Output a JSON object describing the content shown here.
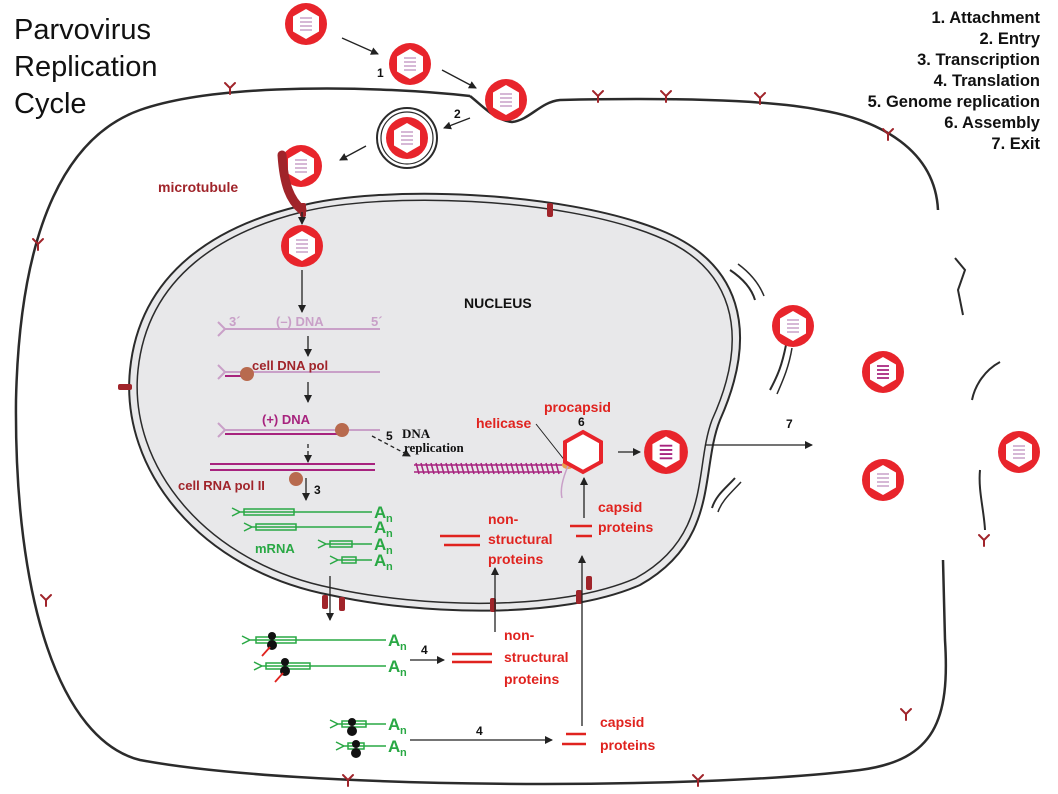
{
  "title": {
    "line1": "Parvovirus",
    "line2": "Replication",
    "line3": "Cycle"
  },
  "steps": [
    "1. Attachment",
    "2. Entry",
    "3. Transcription",
    "4. Translation",
    "5. Genome replication",
    "6. Assembly",
    "7. Exit"
  ],
  "labels": {
    "microtubule": "microtubule",
    "nucleus": "NUCLEUS",
    "minus_dna": "(–) DNA",
    "three_prime": "3´",
    "five_prime": "5´",
    "cell_dna_pol": "cell DNA pol",
    "plus_dna": "(+) DNA",
    "dna": "DNA",
    "replication": "replication",
    "cell_rna_pol": "cell RNA pol II",
    "mrna": "mRNA",
    "helicase": "helicase",
    "procapsid": "procapsid",
    "nonstructural_nuc_1": "non-",
    "nonstructural_nuc_2": "structural",
    "nonstructural_nuc_3": "proteins",
    "capsid_nuc_1": "capsid",
    "capsid_nuc_2": "proteins",
    "nonstructural_cyt_1": "non-",
    "nonstructural_cyt_2": "structural",
    "nonstructural_cyt_3": "proteins",
    "capsid_cyt_1": "capsid",
    "capsid_cyt_2": "proteins",
    "poly_a": "A",
    "poly_a_sub": "n"
  },
  "step_numbers": {
    "attach": "1",
    "entry": "2",
    "transcription": "3",
    "translation_a": "4",
    "translation_b": "4",
    "replication": "5",
    "assembly": "6",
    "exit": "7"
  },
  "colors": {
    "virus_red": "#e8242b",
    "membrane": "#2b2b2b",
    "receptor": "#a0242a",
    "nucleus_fill": "#e8e8ea",
    "green": "#29a844",
    "magenta": "#a7237e",
    "pink": "#c9a0c8"
  }
}
